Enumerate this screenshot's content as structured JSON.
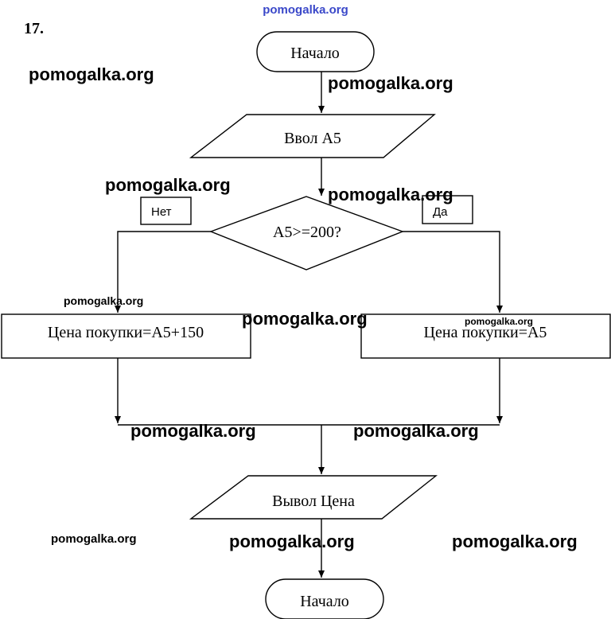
{
  "problem_number": "17.",
  "watermark_top": "pomogalka.org",
  "watermark": "pomogalka.org",
  "flowchart": {
    "start": "Начало",
    "input": "Ввол А5",
    "condition": "А5>=200?",
    "branch_no": "Нет",
    "branch_yes": "Да",
    "process_no": "Цена покупки=А5+150",
    "process_yes": "Цена покупки=А5",
    "output": "Вывол Цена",
    "end": "Начало"
  }
}
